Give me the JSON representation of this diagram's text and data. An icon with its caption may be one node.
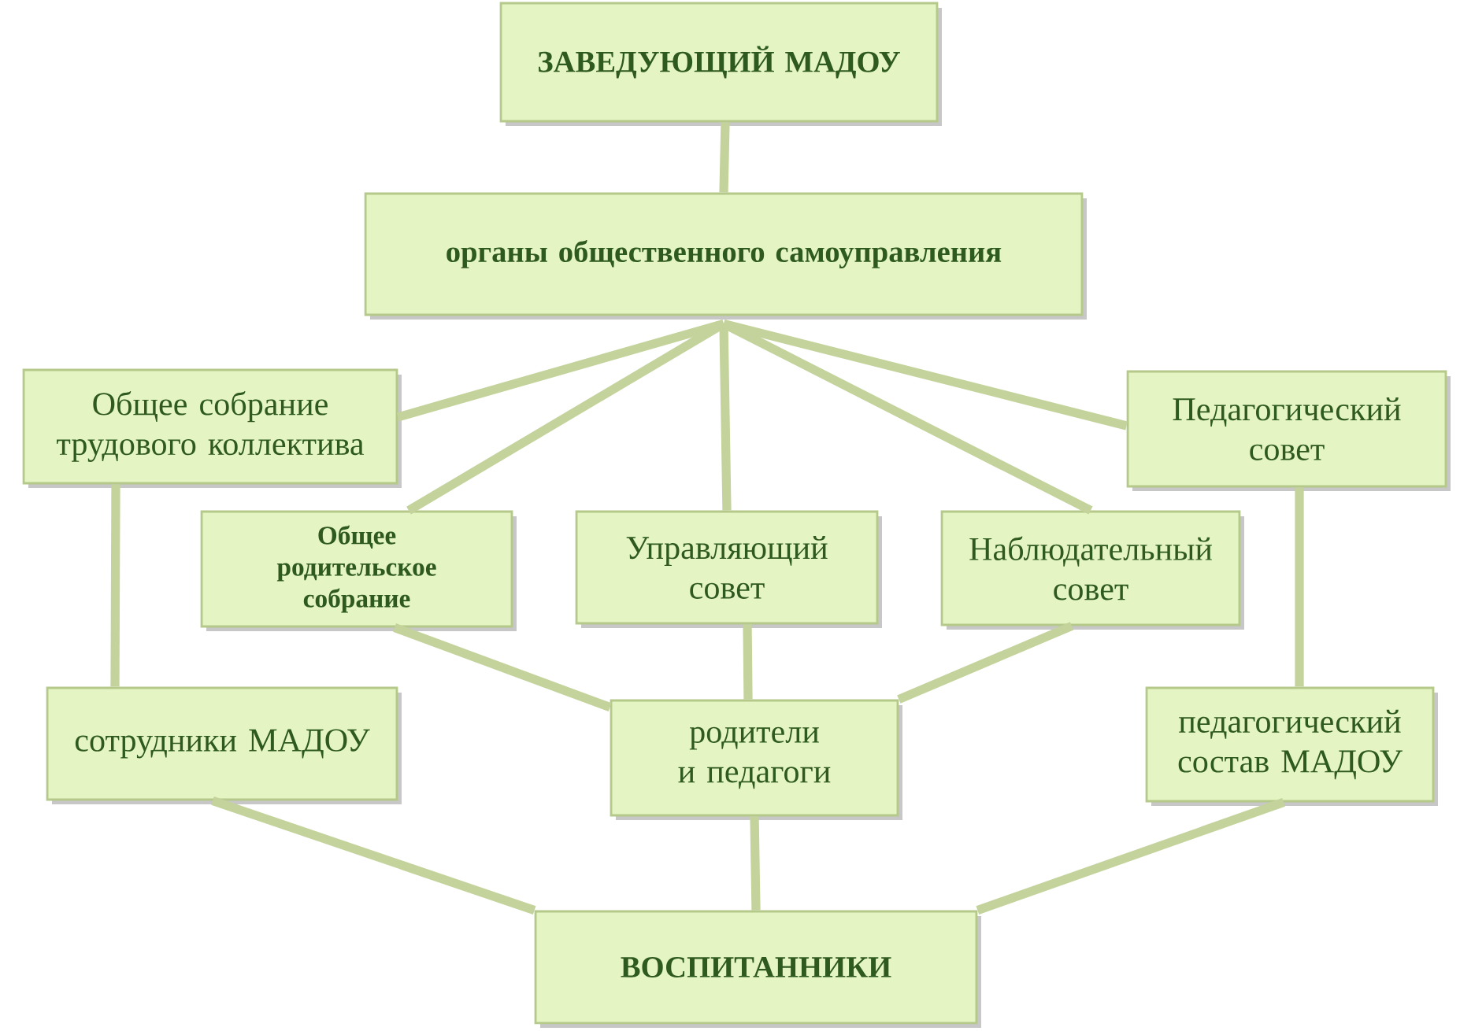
{
  "diagram": {
    "nodes": [
      {
        "text": [
          "ЗАВЕДУЮЩИЙ МАДОУ"
        ]
      },
      {
        "text": [
          "органы общественного самоуправления"
        ]
      },
      {
        "text": [
          "Общее собрание трудового коллектива"
        ]
      },
      {
        "text": [
          "Общее родительское собрание"
        ]
      },
      {
        "text": [
          "Управляющий совет"
        ]
      },
      {
        "text": [
          "Наблюдательный совет"
        ]
      },
      {
        "text": [
          "Педагогический совет"
        ]
      },
      {
        "text": [
          "сотрудники МАДОУ"
        ]
      },
      {
        "text": [
          "родители и педагоги"
        ]
      },
      {
        "text": [
          "педагогический состав МАДОУ"
        ]
      },
      {
        "text": [
          "ВОСПИТАННИКИ"
        ]
      }
    ],
    "edges": [
      {
        "from": 0,
        "to": 1,
        "arrow": "none"
      },
      {
        "from": 1,
        "to": 2,
        "arrow": "none"
      },
      {
        "from": 1,
        "to": 3,
        "arrow": "none"
      },
      {
        "from": 1,
        "to": 4,
        "arrow": "none"
      },
      {
        "from": 1,
        "to": 5,
        "arrow": "none"
      },
      {
        "from": 1,
        "to": 6,
        "arrow": "none"
      },
      {
        "from": 2,
        "to": 7,
        "arrow": "none"
      },
      {
        "from": 3,
        "to": 8,
        "arrow": "none"
      },
      {
        "from": 4,
        "to": 8,
        "arrow": "none"
      },
      {
        "from": 5,
        "to": 8,
        "arrow": "none"
      },
      {
        "from": 6,
        "to": 9,
        "arrow": "none"
      },
      {
        "from": 7,
        "to": 10,
        "arrow": "none"
      },
      {
        "from": 8,
        "to": 10,
        "arrow": "none"
      },
      {
        "from": 9,
        "to": 10,
        "arrow": "none"
      }
    ]
  }
}
